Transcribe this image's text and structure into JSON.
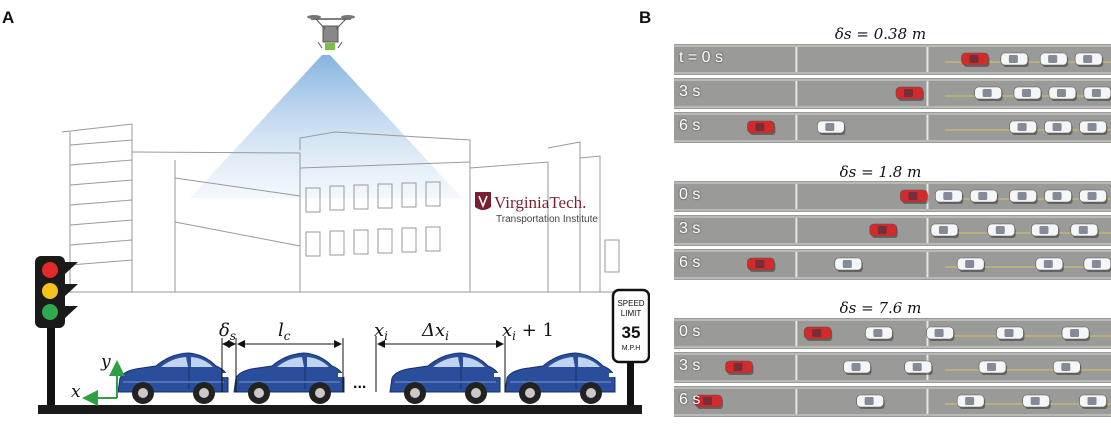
{
  "panel_a": {
    "letter": "A",
    "logo_main": "VirginiaTech.",
    "logo_sub": "Transportation Institute",
    "labels": {
      "delta_s": "δs",
      "l_c": "lc",
      "x_i": "xi",
      "delta_x_i": "Δxi",
      "x_i_plus": "xi + 1",
      "ellipsis": "...",
      "axis_x": "x",
      "axis_y": "y"
    },
    "speed_sign": {
      "line1": "SPEED",
      "line2": "LIMIT",
      "value": "35",
      "unit": "M.P.H"
    },
    "colors": {
      "car": "#2a4e9c",
      "beam": "#b9d3ec",
      "ground": "#1a1a1a",
      "axis": "#2ea043",
      "drone_led": "#7ac143"
    }
  },
  "panel_b": {
    "letter": "B",
    "groups": [
      {
        "title": "δs = 0.38 m",
        "rows": [
          {
            "label": "t = 0 s",
            "red_x": 0.69,
            "white_x": [
              0.78,
              0.87,
              0.95
            ]
          },
          {
            "label": "3 s",
            "red_x": 0.54,
            "white_x": [
              0.72,
              0.81,
              0.89,
              0.97
            ]
          },
          {
            "label": "6 s",
            "red_x": 0.2,
            "white_x": [
              0.36,
              0.8,
              0.88,
              0.96
            ]
          }
        ]
      },
      {
        "title": "δs = 1.8 m",
        "rows": [
          {
            "label": "0 s",
            "red_x": 0.55,
            "white_x": [
              0.63,
              0.71,
              0.8,
              0.88,
              0.96
            ]
          },
          {
            "label": "3 s",
            "red_x": 0.48,
            "white_x": [
              0.62,
              0.75,
              0.85,
              0.94
            ]
          },
          {
            "label": "6 s",
            "red_x": 0.2,
            "white_x": [
              0.4,
              0.68,
              0.86,
              0.97
            ]
          }
        ]
      },
      {
        "title": "δs = 7.6 m",
        "rows": [
          {
            "label": "0 s",
            "red_x": 0.33,
            "white_x": [
              0.47,
              0.61,
              0.77,
              0.92
            ]
          },
          {
            "label": "3 s",
            "red_x": 0.15,
            "white_x": [
              0.42,
              0.56,
              0.73,
              0.9
            ]
          },
          {
            "label": "6 s",
            "red_x": 0.08,
            "white_x": [
              0.45,
              0.68,
              0.83,
              0.96
            ]
          }
        ]
      }
    ],
    "colors": {
      "road": "#9a9a98",
      "red_car": "#d42a2a",
      "white_car": "#f4f6f8"
    }
  }
}
